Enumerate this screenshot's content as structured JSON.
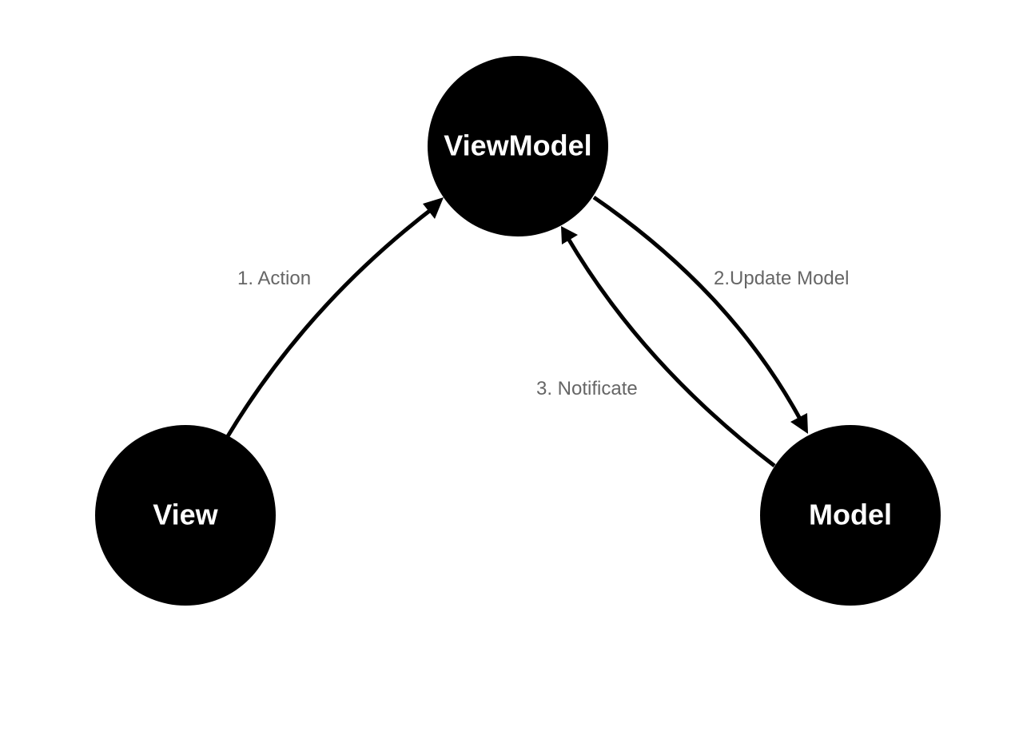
{
  "nodes": {
    "viewmodel": {
      "label": "ViewModel"
    },
    "view": {
      "label": "View"
    },
    "model": {
      "label": "Model"
    }
  },
  "edges": {
    "action": {
      "label": "1. Action",
      "from": "View",
      "to": "ViewModel"
    },
    "update_model": {
      "label": "2.Update Model",
      "from": "ViewModel",
      "to": "Model"
    },
    "notificate": {
      "label": "3. Notificate",
      "from": "Model",
      "to": "ViewModel"
    }
  },
  "colors": {
    "node_fill": "#000000",
    "node_text": "#ffffff",
    "edge_stroke": "#000000",
    "edge_label": "#666666",
    "background": "#ffffff"
  }
}
